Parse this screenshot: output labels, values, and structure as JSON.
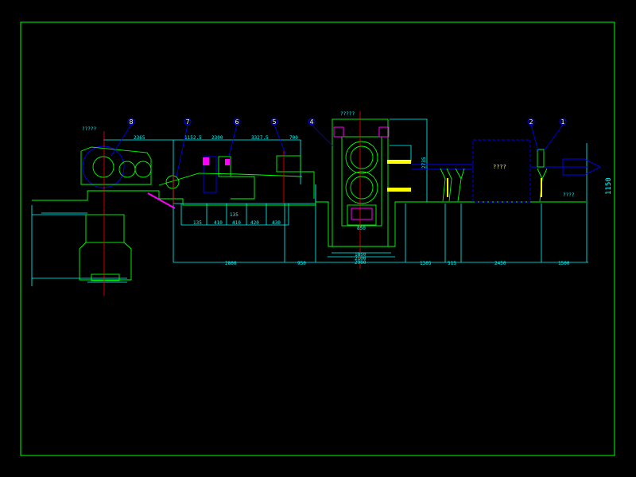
{
  "drawing": {
    "colors": {
      "background": "#000000",
      "frame": "#00ff00",
      "dimension": "#00ffff",
      "part": "#00ff00",
      "centerline": "#ff0000",
      "leader": "#0000ff",
      "highlight": "#ff00ff",
      "note": "#ffff00"
    },
    "callouts": [
      "1",
      "2",
      "4",
      "5",
      "6",
      "7",
      "8"
    ],
    "top_dimensions": [
      "2365",
      "1152.5",
      "2300",
      "3327.5",
      "700"
    ],
    "bottom_dimensions": [
      "2800",
      "950",
      "1305",
      "515",
      "2450",
      "1500"
    ],
    "mill_dimensions": [
      "1850",
      "2100",
      "2900",
      "850"
    ],
    "lower_dimensions": [
      "135",
      "410",
      "410",
      "420",
      "430",
      "135"
    ],
    "right_height": "1150",
    "mill_height": "2735",
    "notes": {
      "mill_top": "?????",
      "coiler_top": "?????",
      "box": "????",
      "right_base": "????"
    }
  }
}
